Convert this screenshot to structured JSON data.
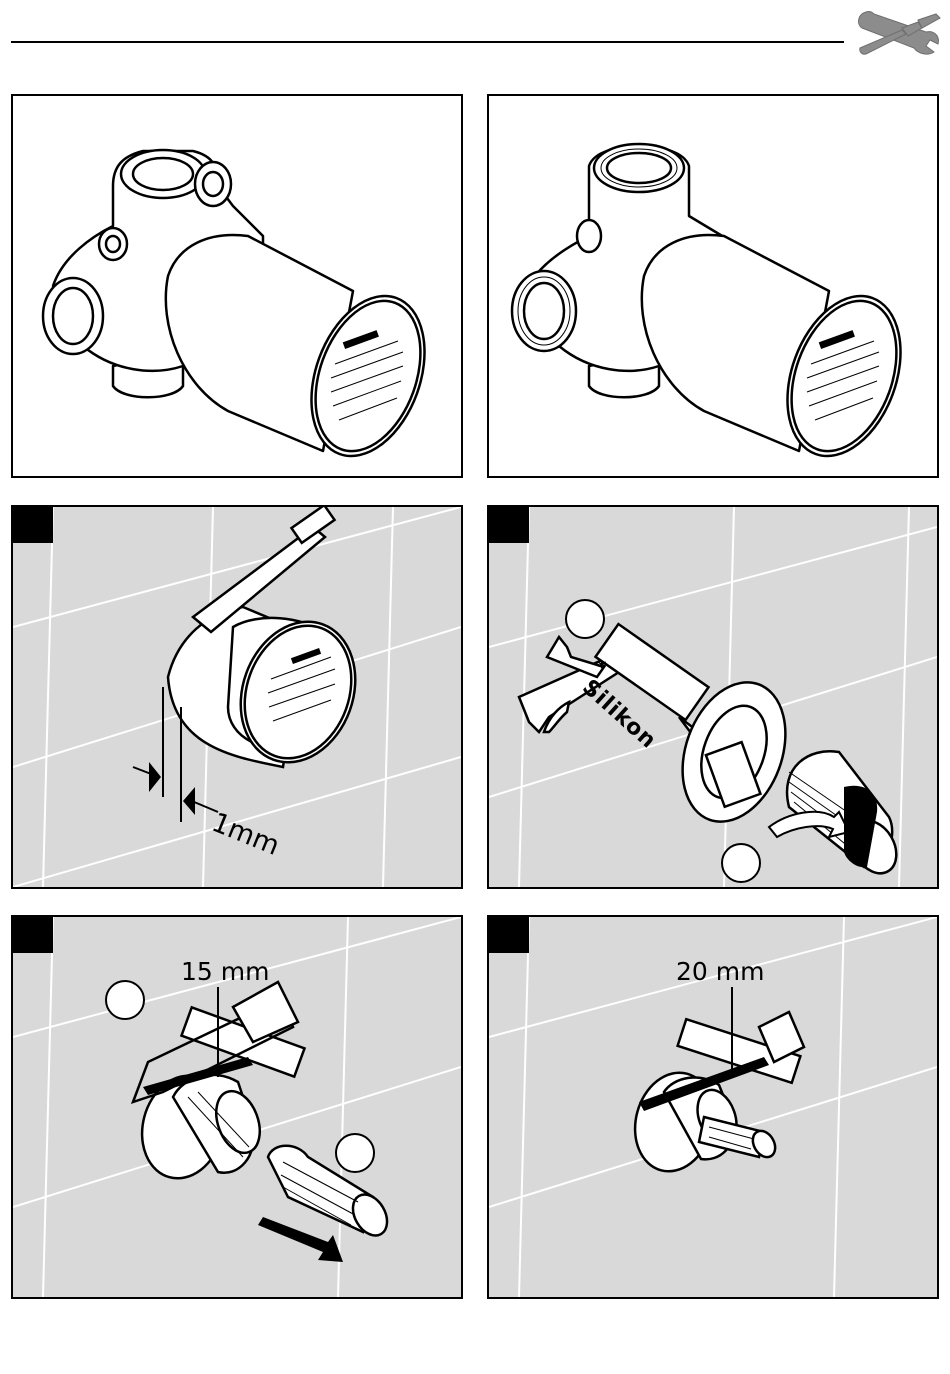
{
  "header": {
    "tools_icon": "wrench-screwdriver-icon"
  },
  "panels": {
    "p1": {
      "icon": "valve-body-icon"
    },
    "p2": {
      "icon": "valve-body-threaded-icon"
    },
    "p3": {
      "dimension_label": "1mm"
    },
    "p4": {
      "cartridge_label": "Silikon",
      "marker": "*"
    },
    "p5": {
      "dimension_label": "15 mm"
    },
    "p6": {
      "dimension_label": "20 mm"
    }
  },
  "colors": {
    "panel_background": "#d9d9d9",
    "ink": "#000000",
    "icon_grey": "#888888"
  }
}
